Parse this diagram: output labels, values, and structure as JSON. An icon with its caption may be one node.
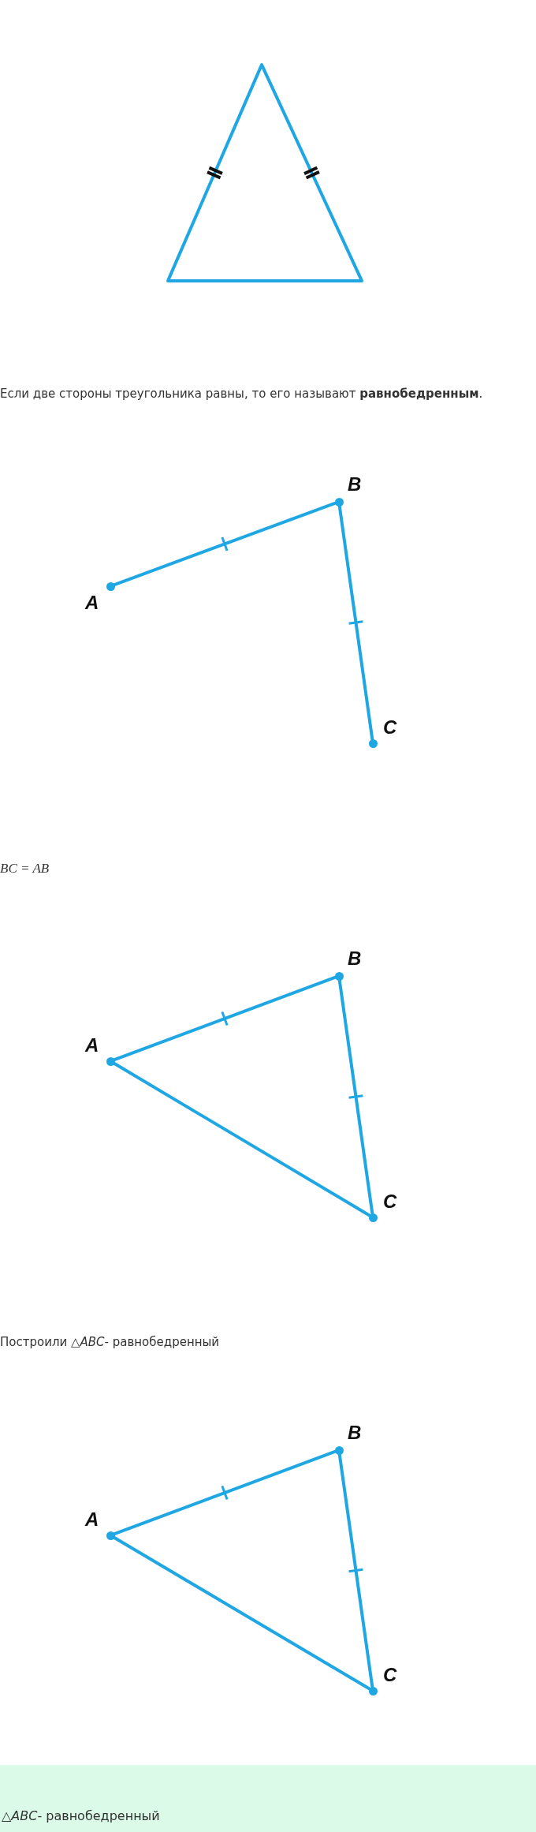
{
  "diagram": {
    "nodes": [
      {
        "text": [],
        "shape": "vertex"
      },
      {
        "text": [],
        "shape": "vertex"
      },
      {
        "text": [],
        "shape": "vertex"
      },
      {
        "text": [],
        "shape": "point",
        "beside": [
          "B"
        ]
      },
      {
        "text": [],
        "shape": "point",
        "beside": [
          "A"
        ]
      },
      {
        "text": [],
        "shape": "point",
        "beside": [
          "C"
        ]
      },
      {
        "text": [],
        "shape": "point",
        "beside": [
          "B"
        ]
      },
      {
        "text": [],
        "shape": "point",
        "beside": [
          "A"
        ]
      },
      {
        "text": [],
        "shape": "point",
        "beside": [
          "C"
        ]
      },
      {
        "text": [],
        "shape": "point",
        "beside": [
          "B"
        ]
      },
      {
        "text": [],
        "shape": "point",
        "beside": [
          "A"
        ]
      },
      {
        "text": [],
        "shape": "point",
        "beside": [
          "C"
        ]
      },
      {
        "text": [
          "△*ABC*- равнобедренный"
        ]
      }
    ],
    "edges": [
      {
        "from": 0,
        "to": 1,
        "arrow": "none"
      },
      {
        "from": 1,
        "to": 2,
        "arrow": "none"
      },
      {
        "from": 2,
        "to": 0,
        "arrow": "none"
      },
      {
        "from": 4,
        "to": 3,
        "arrow": "none"
      },
      {
        "from": 3,
        "to": 5,
        "arrow": "none"
      },
      {
        "from": 7,
        "to": 6,
        "arrow": "none"
      },
      {
        "from": 6,
        "to": 8,
        "arrow": "none"
      },
      {
        "from": 7,
        "to": 8,
        "arrow": "none"
      },
      {
        "from": 10,
        "to": 9,
        "arrow": "none"
      },
      {
        "from": 9,
        "to": 11,
        "arrow": "none"
      },
      {
        "from": 10,
        "to": 11,
        "arrow": "none"
      }
    ],
    "labels": [
      "Если две стороны треугольника равны, то его называют **равнобедренным**.",
      "BC = AB",
      "Построили △*ABC*- равнобедренный"
    ]
  }
}
